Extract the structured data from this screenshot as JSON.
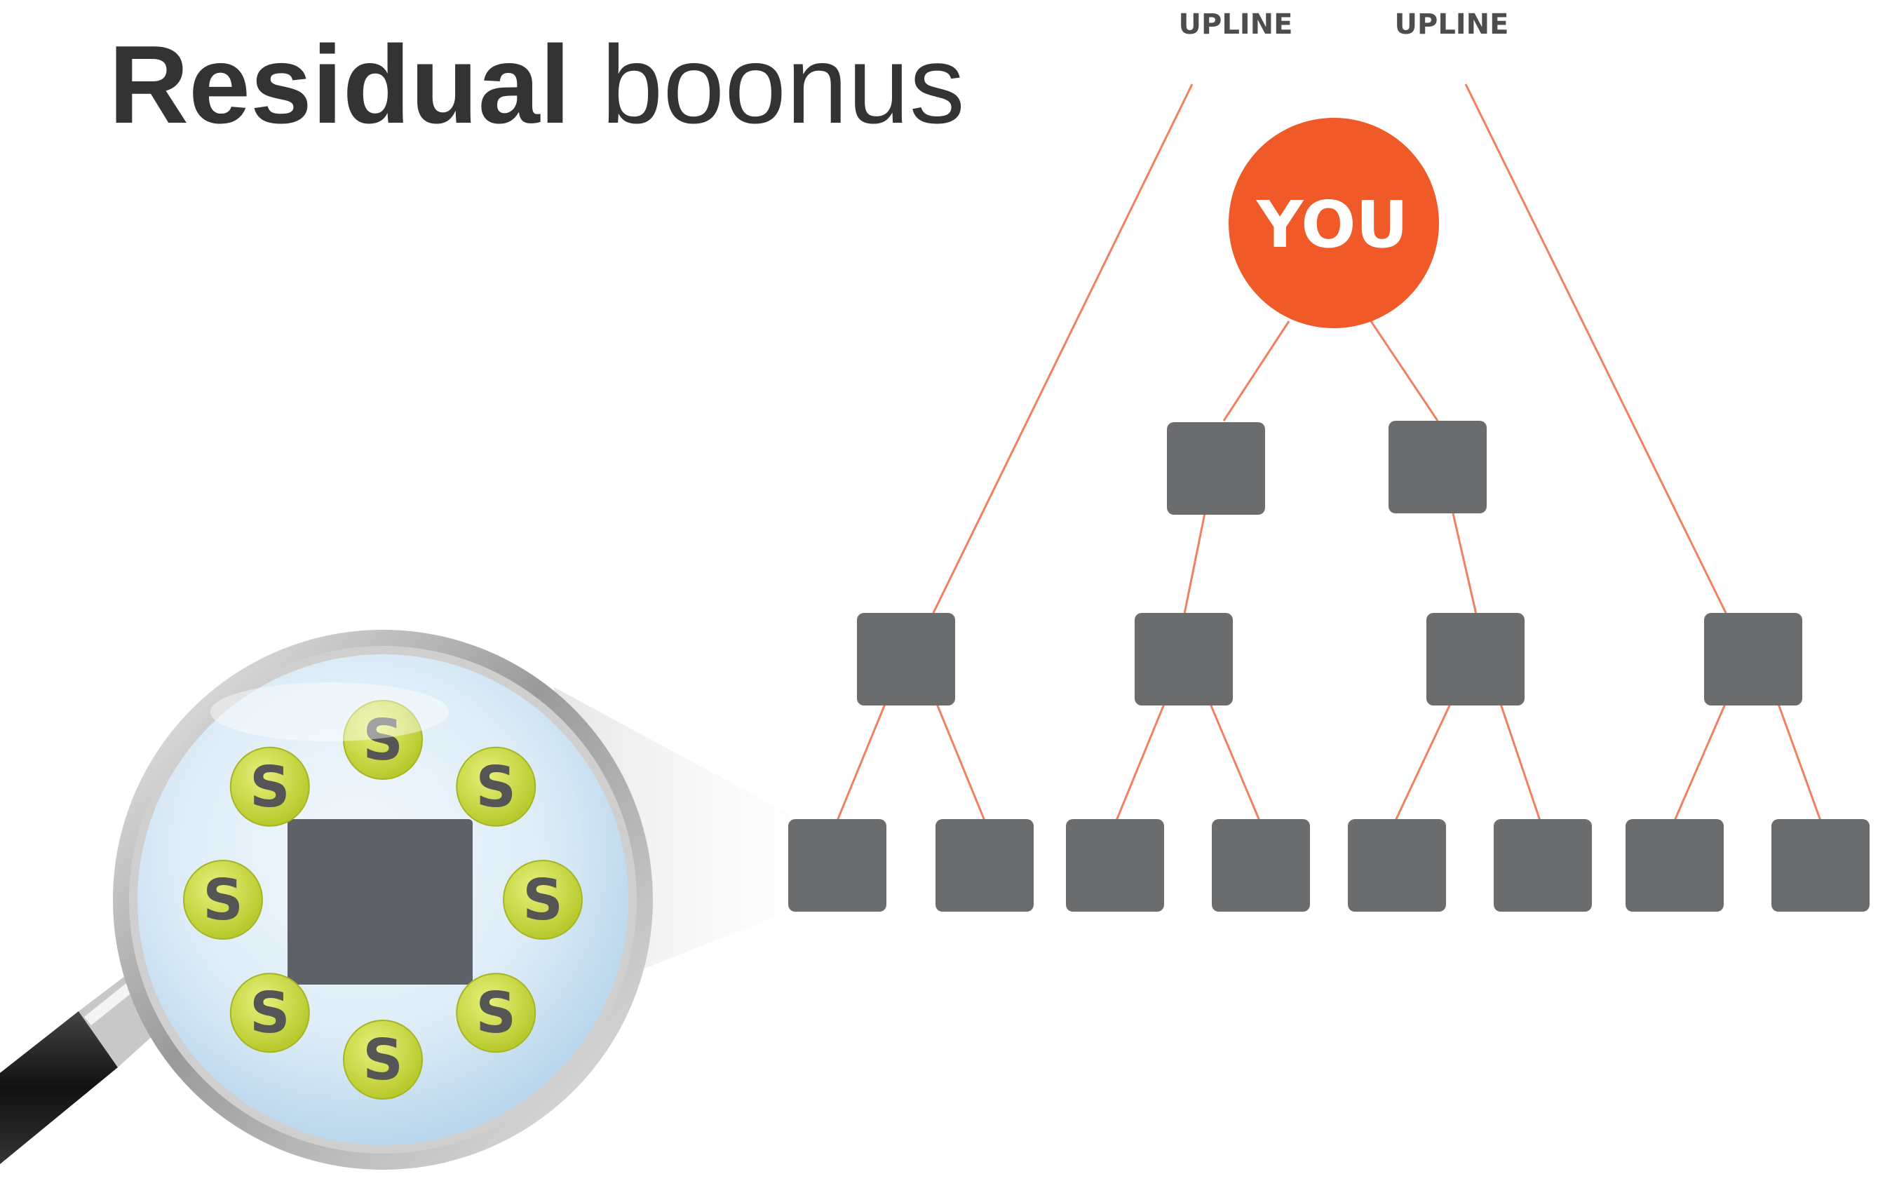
{
  "title": {
    "bold": "Residual",
    "light": "boonus"
  },
  "tree": {
    "upline_labels": [
      "UPLINE",
      "UPLINE"
    ],
    "you_label": "YOU",
    "colors": {
      "you": "#f05a28",
      "node": "#6b6c6e",
      "line": "#f08060"
    }
  },
  "magnifier": {
    "coin_label": "S",
    "coin_count": 8,
    "colors": {
      "coin": "#c9d93a",
      "node": "#5e6168",
      "lens": "#dcecf7"
    }
  }
}
